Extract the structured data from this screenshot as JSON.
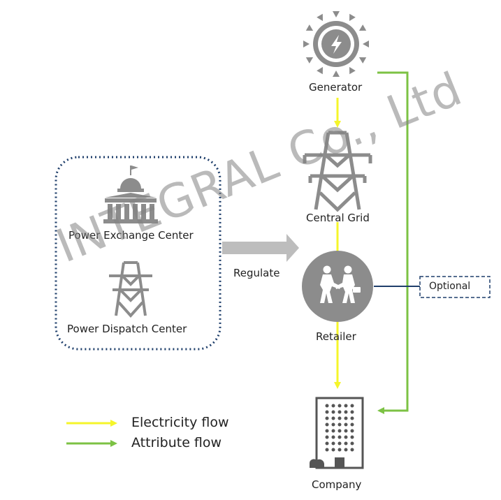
{
  "nodes": {
    "generator": "Generator",
    "central_grid": "Central Grid",
    "retailer": "Retailer",
    "company": "Company",
    "power_exchange_center": "Power Exchange Center",
    "power_dispatch_center": "Power Dispatch Center"
  },
  "edges": {
    "regulate": "Regulate",
    "optional": "Optional"
  },
  "legend": {
    "electricity_flow": "Electricity flow",
    "attribute_flow": "Attribute flow"
  },
  "colors": {
    "electricity": "#f5f52a",
    "attribute": "#7cc244",
    "icon_gray": "#8c8c8c",
    "dotted_border": "#1f3f6b",
    "optional_link": "#1f3f6b"
  },
  "icons": {
    "generator": "sun-lightning-icon",
    "central_grid": "transmission-tower-icon",
    "retailer": "handshake-people-icon",
    "company": "office-building-icon",
    "power_exchange_center": "government-building-icon",
    "power_dispatch_center": "transmission-tower-icon"
  },
  "watermark": "INTEGRAL Co., Ltd"
}
